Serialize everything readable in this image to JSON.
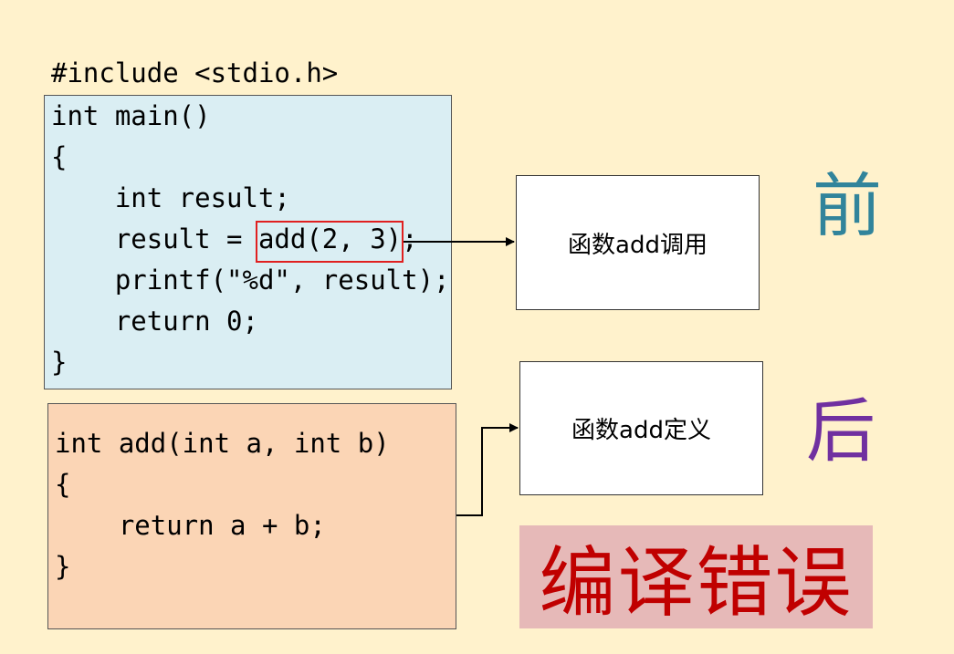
{
  "include_line": "#include <stdio.h>",
  "main_code": [
    "int main()",
    "{",
    "    int result;",
    "    result = add(2, 3);",
    "    printf(\"%d\", result);",
    "    return 0;",
    "}"
  ],
  "add_code": [
    "int add(int a, int b)",
    "{",
    "    return a + b;",
    "}"
  ],
  "call_label": "函数add调用",
  "definition_label": "函数add定义",
  "before_label": "前",
  "after_label": "后",
  "error_label": "编译错误",
  "colors": {
    "background": "#FFF2CC",
    "main_box": "#DAEEF3",
    "add_box": "#FBD5B5",
    "highlight": "#E02020",
    "before": "#31849B",
    "after": "#7030A0",
    "error_bg": "#E6B9B8",
    "error_text": "#C00000"
  }
}
